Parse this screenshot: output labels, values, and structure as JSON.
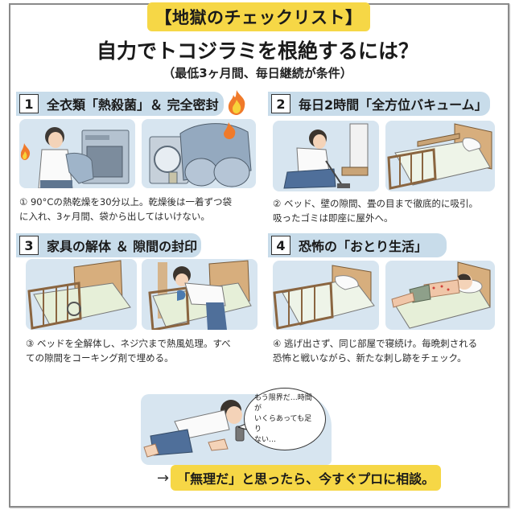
{
  "header": {
    "tag": "【地獄のチェックリスト】",
    "title": "自力でトコジラミを根絶するには？",
    "subtitle": "（最低3ヶ月間、毎日継続が条件）"
  },
  "sections": [
    {
      "number": "1",
      "title": "全衣類「熱殺菌」＆ 完全密封",
      "description_lines": [
        "① 90°Cの熱乾燥を30分以上。乾燥後は一着ずつ袋",
        "に入れ、3ヶ月間、袋から出してはいけない。"
      ],
      "illustrations": [
        "woman-loading-dryer-illustration",
        "dryer-with-bagged-clothes-illustration"
      ]
    },
    {
      "number": "2",
      "title": "毎日2時間「全方位バキューム」",
      "description_lines": [
        "② ベッド、壁の隙間、畳の目まで徹底的に吸引。",
        "吸ったゴミは即座に屋外へ。"
      ],
      "illustrations": [
        "man-vacuuming-illustration",
        "bed-frame-illustration"
      ]
    },
    {
      "number": "3",
      "title": "家具の解体 ＆ 隙間の封印",
      "description_lines": [
        "③ ベッドを全解体し、ネジ穴まで熱風処理。すべ",
        "ての隙間をコーキング剤で埋める。"
      ],
      "illustrations": [
        "disassembled-bed-illustration",
        "man-sealing-bed-illustration"
      ]
    },
    {
      "number": "4",
      "title": "恐怖の「おとり生活」",
      "description_lines": [
        "④ 逃げ出さず、同じ部屋で寝続け。毎晩刺される",
        "恐怖と戦いながら、新たな刺し跡をチェック。"
      ],
      "illustrations": [
        "bed-with-frame-illustration",
        "bitten-man-sleeping-illustration"
      ]
    }
  ],
  "footer": {
    "speech_bubble": "もう限界だ…時間が\nいくらあっても足り\nない…",
    "arrow": "→",
    "cta": "「無理だ」と思ったら、今すぐプロに相談。"
  },
  "colors": {
    "accent_yellow": "#f6d746",
    "section_header_blue": "#c8dcea",
    "panel_blue": "#d7e5f0",
    "frame_gray": "#8a8a8a"
  }
}
